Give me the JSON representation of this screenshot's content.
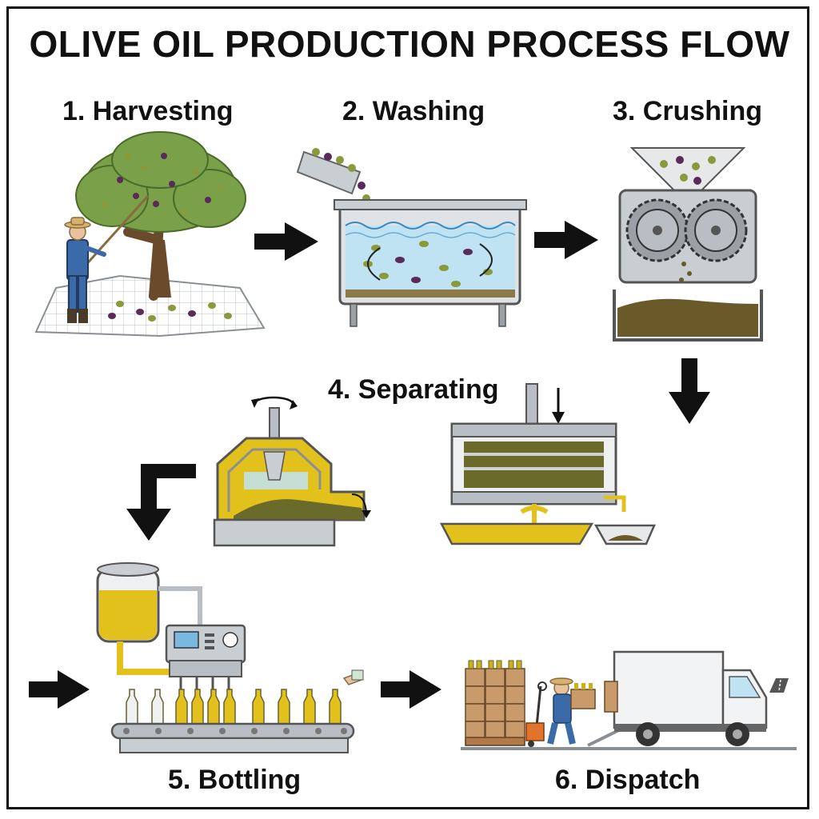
{
  "title": "OLIVE OIL PRODUCTION PROCESS FLOW",
  "steps": [
    {
      "label": "1. Harvesting"
    },
    {
      "label": "2. Washing"
    },
    {
      "label": "3. Crushing"
    },
    {
      "label": "4. Separating"
    },
    {
      "label": "5. Bottling"
    },
    {
      "label": "6. Dispatch"
    }
  ],
  "colors": {
    "olive_green": "#8a9a3a",
    "olive_purple": "#5a2a5a",
    "oil_yellow": "#e3c11c",
    "water_blue": "#bfe3f3",
    "steel_gray": "#b9bec4",
    "paste_brown": "#6a5a2a",
    "box_tan": "#c99a6a",
    "arrow_black": "#111111"
  }
}
